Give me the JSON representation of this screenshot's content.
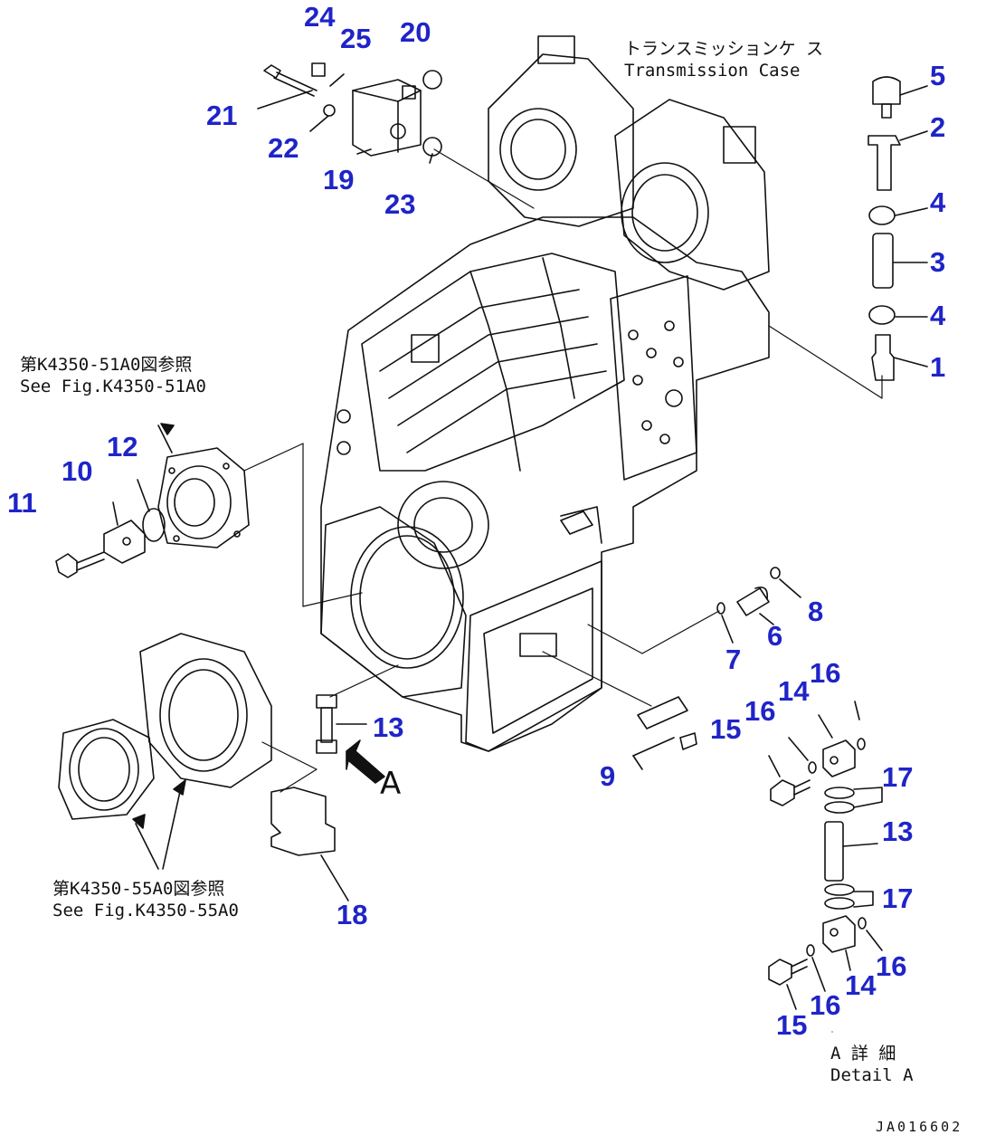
{
  "notes": {
    "case_jp": "トランスミッションケ ス",
    "case_en": "Transmission Case",
    "ref1_jp": "第K4350-51A0図参照",
    "ref1_en": "See Fig.K4350-51A0",
    "ref2_jp": "第K4350-55A0図参照",
    "ref2_en": "See Fig.K4350-55A0",
    "detail_jp": "A 詳 細",
    "detail_en": "Detail A",
    "view_letter": "A",
    "drawing_code": "JA016602"
  },
  "callouts": {
    "c1": "1",
    "c2": "2",
    "c3": "3",
    "c4a": "4",
    "c4b": "4",
    "c5": "5",
    "c6": "6",
    "c7": "7",
    "c8": "8",
    "c9": "9",
    "c10": "10",
    "c11": "11",
    "c12": "12",
    "c13a": "13",
    "c13b": "13",
    "c14a": "14",
    "c14b": "14",
    "c15a": "15",
    "c15b": "15",
    "c16a": "16",
    "c16b": "16",
    "c16c": "16",
    "c16d": "16",
    "c17a": "17",
    "c17b": "17",
    "c18": "18",
    "c19": "19",
    "c20": "20",
    "c21": "21",
    "c22": "22",
    "c23": "23",
    "c24": "24",
    "c25": "25"
  },
  "colors": {
    "callout": "#1f24c8",
    "line": "#111111"
  }
}
